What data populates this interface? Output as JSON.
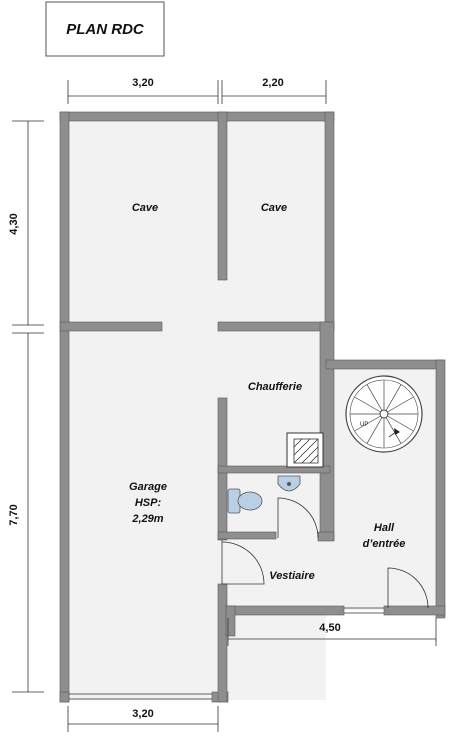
{
  "title": "PLAN RDC",
  "rooms": {
    "cave_left": "Cave",
    "cave_right": "Cave",
    "chaufferie": "Chaufferie",
    "garage_line1": "Garage",
    "garage_line2": "HSP:",
    "garage_line3": "2,29m",
    "hall_line1": "Hall",
    "hall_line2": "d’entrée",
    "vestiaire": "Vestiaire"
  },
  "stair_label": "UP",
  "dimensions": {
    "top_left": "3,20",
    "top_right": "2,20",
    "left_upper": "4,30",
    "left_lower": "7,70",
    "bottom_right": "4,50",
    "bottom_left": "3,20"
  },
  "colors": {
    "wall": "#8e8e8e",
    "floor": "#f2f2f2",
    "fixture": "#b9cfe6"
  }
}
